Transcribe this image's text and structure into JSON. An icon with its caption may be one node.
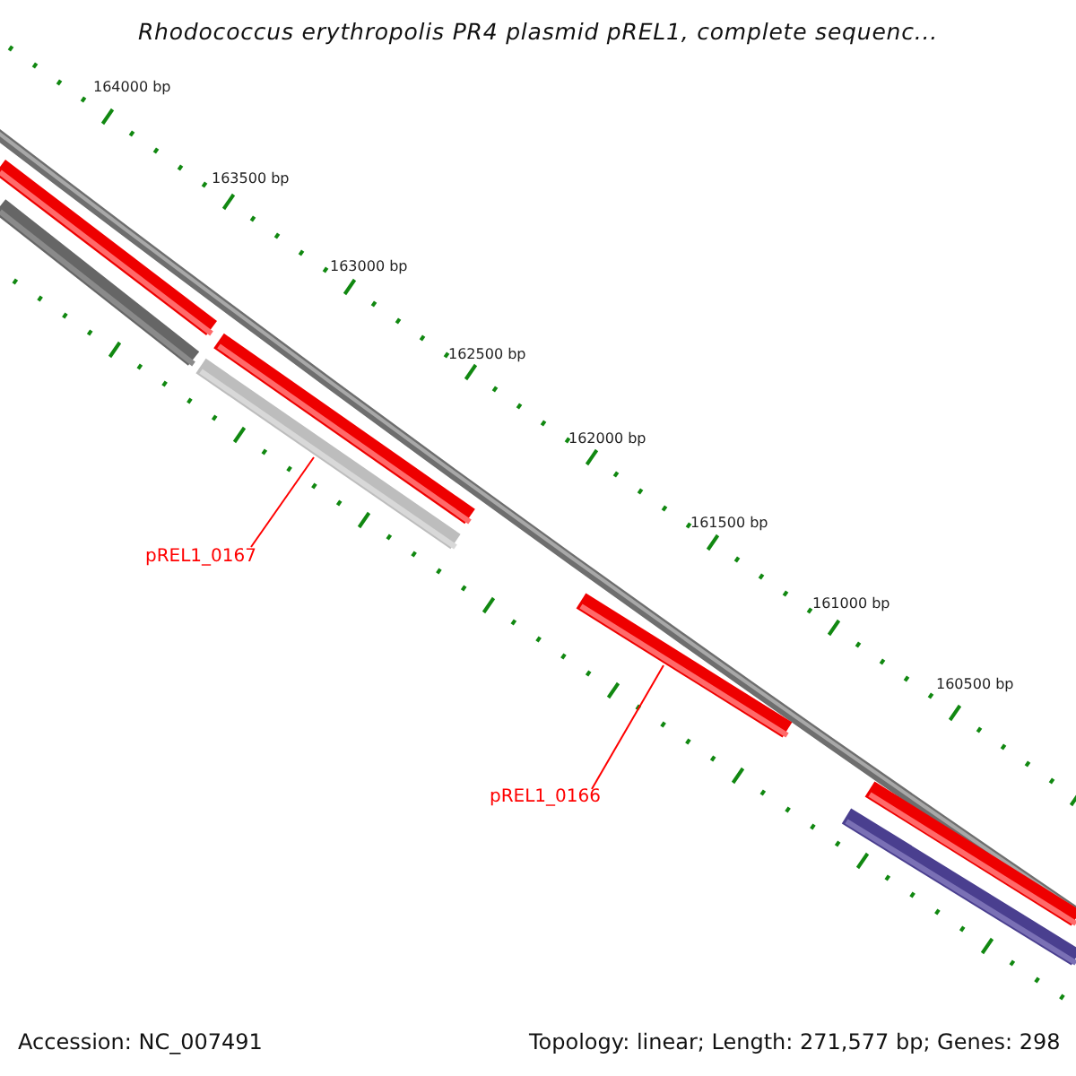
{
  "diagram": {
    "title": "Rhodococcus erythropolis PR4 plasmid pREL1, complete sequenc...",
    "nodes": [
      {
        "text": [],
        "shape": "bar"
      },
      {
        "text": [],
        "shape": "bar"
      },
      {
        "text": [],
        "shape": "bar"
      },
      {
        "text": [],
        "shape": "bar"
      },
      {
        "text": [
          "pREL1_0167"
        ]
      },
      {
        "text": [],
        "shape": "bar"
      },
      {
        "text": [
          "pREL1_0166"
        ]
      },
      {
        "text": [],
        "shape": "bar"
      },
      {
        "text": [],
        "shape": "bar"
      }
    ],
    "edges": [
      {
        "from": 4,
        "to": 3,
        "arrow": "none"
      },
      {
        "from": 6,
        "to": 5,
        "arrow": "none"
      }
    ],
    "labels": [
      "164000 bp",
      "163500 bp",
      "163000 bp",
      "162500 bp",
      "162000 bp",
      "161500 bp",
      "161000 bp",
      "160500 bp",
      "Accession: NC_007491",
      "Topology: linear; Length: 271,577 bp; Genes: 298"
    ]
  }
}
